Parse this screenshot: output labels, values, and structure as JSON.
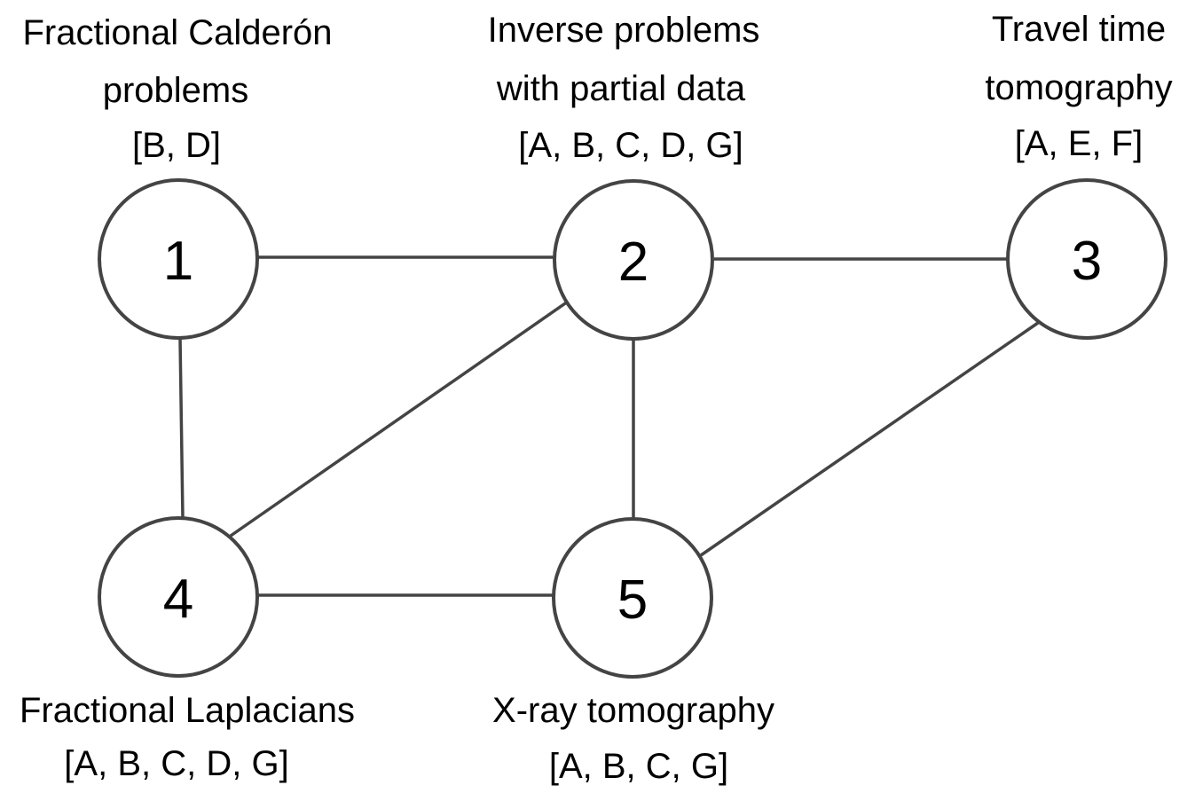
{
  "nodes": [
    {
      "id": "1",
      "label": "1",
      "caption": [
        "Fractional Calderón",
        "problems",
        "[B, D]"
      ]
    },
    {
      "id": "2",
      "label": "2",
      "caption": [
        "Inverse problems",
        "with partial data",
        "[A, B, C, D, G]"
      ]
    },
    {
      "id": "3",
      "label": "3",
      "caption": [
        "Travel time",
        "tomography",
        "[A, E, F]"
      ]
    },
    {
      "id": "4",
      "label": "4",
      "caption": [
        "Fractional Laplacians",
        "[A, B, C, D, G]"
      ]
    },
    {
      "id": "5",
      "label": "5",
      "caption": [
        "X-ray tomography",
        "[A, B, C, G]"
      ]
    }
  ],
  "edges": [
    {
      "from": "1",
      "to": "2"
    },
    {
      "from": "2",
      "to": "3"
    },
    {
      "from": "1",
      "to": "4"
    },
    {
      "from": "2",
      "to": "4"
    },
    {
      "from": "2",
      "to": "5"
    },
    {
      "from": "3",
      "to": "5"
    },
    {
      "from": "4",
      "to": "5"
    }
  ],
  "colors": {
    "stroke": "#444444",
    "text": "#000000",
    "background": "#ffffff"
  }
}
